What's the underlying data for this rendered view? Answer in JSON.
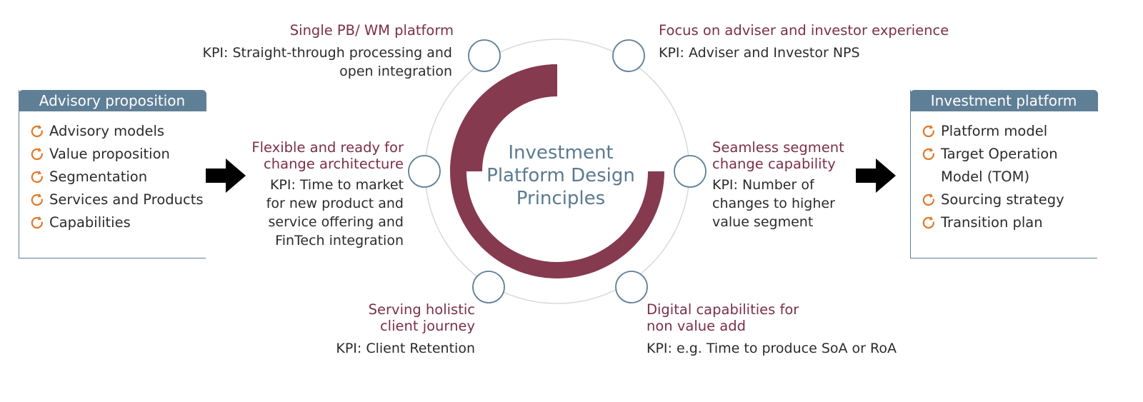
{
  "center": {
    "line1": "Investment",
    "line2": "Platform Design",
    "line3": "Principles"
  },
  "left_panel": {
    "title": "Advisory proposition",
    "items": [
      "Advisory models",
      "Value proposition",
      "Segmentation",
      "Services and Products",
      "Capabilities"
    ]
  },
  "right_panel": {
    "title": "Investment platform",
    "items": [
      [
        "Platform model"
      ],
      [
        "Target Operation",
        "Model (TOM)"
      ],
      [
        "Sourcing strategy"
      ],
      [
        "Transition plan"
      ]
    ]
  },
  "principles": {
    "top_left": {
      "heading": [
        "Single PB/ WM platform"
      ],
      "kpi": [
        "KPI: Straight-through processing and",
        "open integration"
      ]
    },
    "top_right": {
      "heading": [
        "Focus on adviser and investor experience"
      ],
      "kpi": [
        "KPI: Adviser and Investor NPS"
      ]
    },
    "mid_left": {
      "heading": [
        "Flexible and ready for",
        "change architecture"
      ],
      "kpi": [
        "KPI: Time to market",
        "for new product and",
        "service offering and",
        "FinTech integration"
      ]
    },
    "mid_right": {
      "heading": [
        "Seamless segment",
        "change capability"
      ],
      "kpi": [
        "KPI: Number of",
        "changes to higher",
        "value segment"
      ]
    },
    "bottom_left": {
      "heading": [
        "Serving holistic",
        "client journey"
      ],
      "kpi": [
        "KPI: Client Retention"
      ]
    },
    "bottom_right": {
      "heading": [
        "Digital capabilities for",
        "non value add"
      ],
      "kpi": [
        "KPI: e.g. Time to produce SoA or RoA"
      ]
    }
  },
  "colors": {
    "accent_maroon": "#7b2f48",
    "arc_fill": "#853a50",
    "steel_blue": "#5f7f96",
    "center_text": "#5a7a90",
    "bullet_orange": "#e07a2a",
    "outer_ring": "#d9d9d9"
  },
  "icons": {
    "bullet": "circular-arrow-icon",
    "flow_arrow": "right-arrow-icon",
    "node": "circle-node-icon"
  }
}
